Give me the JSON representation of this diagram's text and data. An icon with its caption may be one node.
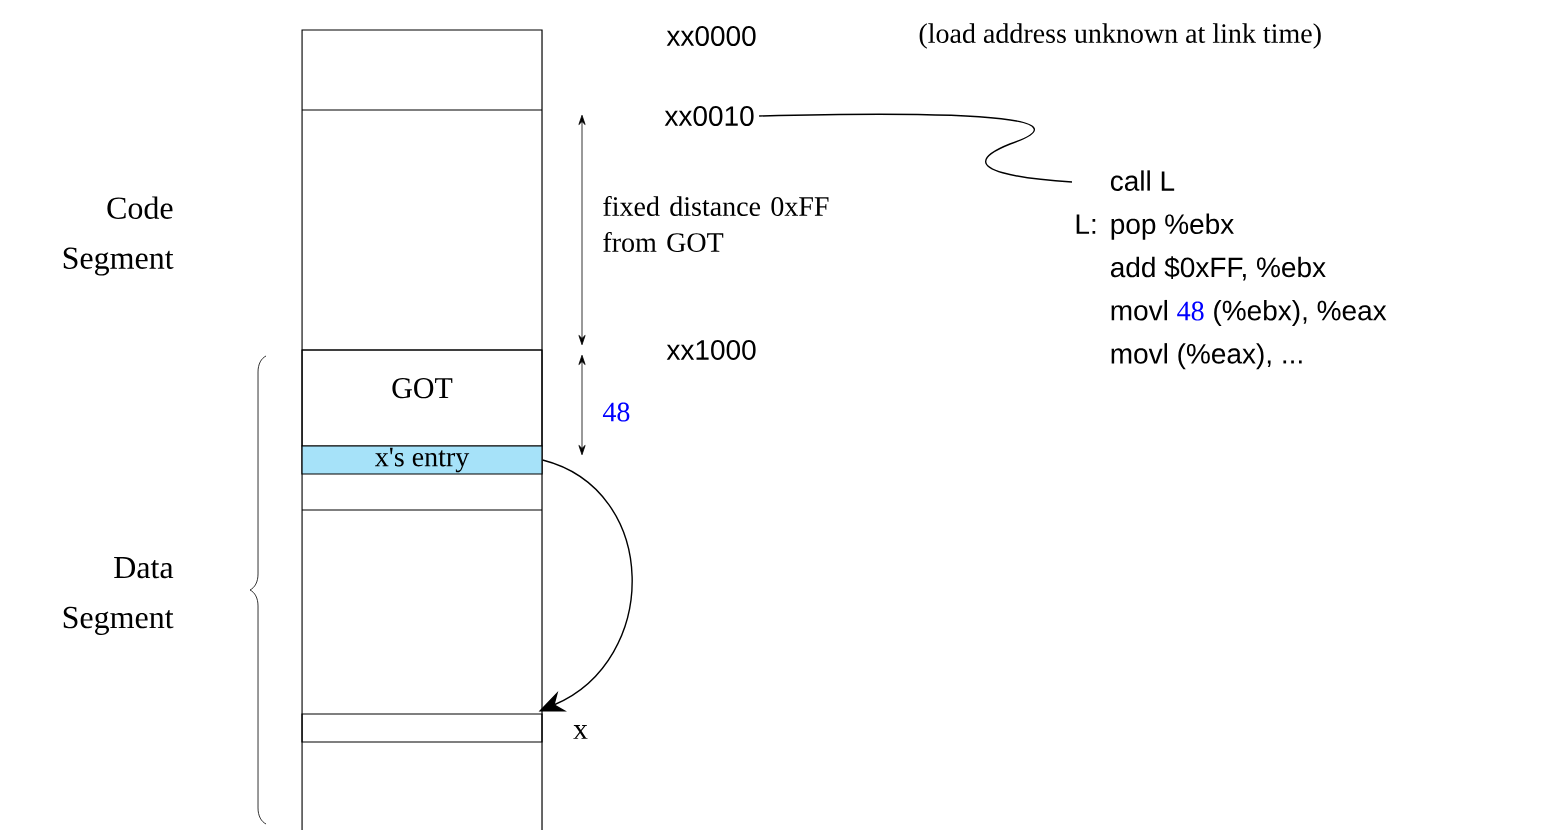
{
  "diagram": {
    "nodes": [
      {
        "text": [
          "xx0010"
        ]
      },
      {
        "text": [
          "call L",
          "L:",
          "pop %ebx",
          "add $0xFF, %ebx",
          "movl",
          "48",
          "(%ebx), %eax",
          "movl (%eax), ..."
        ]
      },
      {
        "text": [
          "GOT"
        ]
      },
      {
        "text": [
          "x's entry"
        ]
      },
      {
        "text": [],
        "shape": "box",
        "beside": [
          "x"
        ]
      }
    ],
    "edges": [
      {
        "from": 0,
        "to": 1,
        "arrow": "none"
      },
      {
        "from": 3,
        "to": 4,
        "arrow": "to"
      }
    ],
    "labels": [
      "xx0000",
      "(load address unknown at link time)",
      "Code Segment",
      "fixed distance 0xFF from GOT",
      "xx1000",
      "48",
      "Data Segment"
    ]
  }
}
